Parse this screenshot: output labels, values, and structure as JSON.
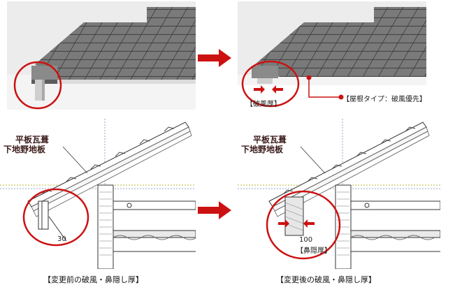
{
  "top_right": {
    "callout_hafuatsu": "【破風厚】",
    "callout_roof_type": "【屋根タイプ：破風優先】"
  },
  "diagrams": {
    "left": {
      "label_line1": "平板瓦葺",
      "label_line2": "下地野地板",
      "dimension": "30",
      "caption": "【変更前の破風・鼻隠し厚】"
    },
    "right": {
      "label_line1": "平板瓦葺",
      "label_line2": "下地野地板",
      "dimension": "100",
      "dimension_tag": "【鼻隠厚】",
      "caption": "【変更後の破風・鼻隠し厚】"
    }
  },
  "colors": {
    "arrow": "#cc1111",
    "highlight_circle": "#cc1111",
    "roof_tile": "#6e6e6e",
    "wall": "#f2f2f2"
  }
}
